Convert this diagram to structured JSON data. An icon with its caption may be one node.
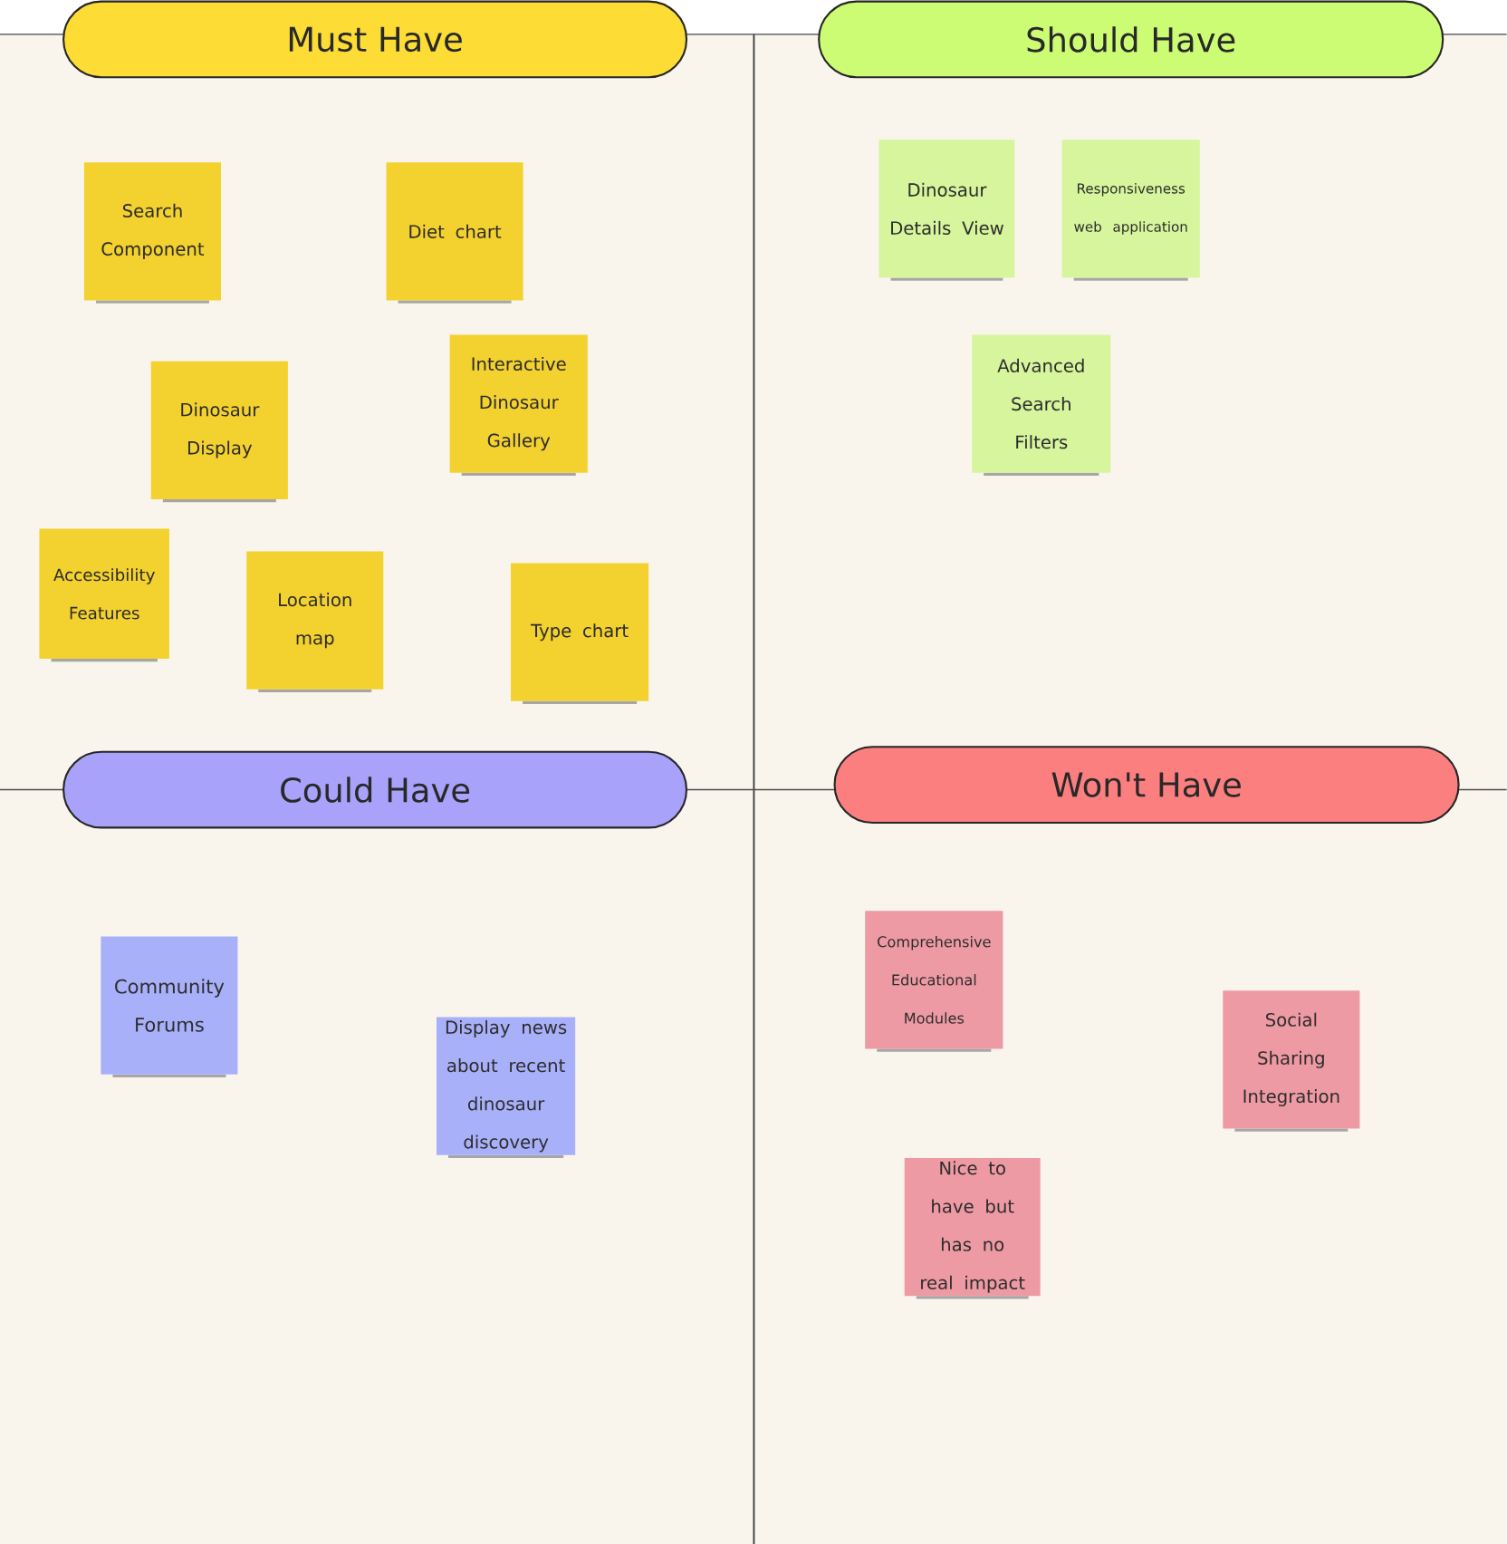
{
  "diagram": {
    "nodes": [
      {
        "text": [
          "Must Have"
        ]
      },
      {
        "text": [
          "Search Component"
        ]
      },
      {
        "text": [
          "Diet chart"
        ]
      },
      {
        "text": [
          "Dinosaur Display"
        ]
      },
      {
        "text": [
          "Interactive Dinosaur Gallery"
        ]
      },
      {
        "text": [
          "Accessibility Features"
        ]
      },
      {
        "text": [
          "Location map"
        ]
      },
      {
        "text": [
          "Type chart"
        ]
      },
      {
        "text": [
          "Should Have"
        ]
      },
      {
        "text": [
          "Dinosaur Details View"
        ]
      },
      {
        "text": [
          "Responsiveness web application"
        ]
      },
      {
        "text": [
          "Advanced Search Filters"
        ]
      },
      {
        "text": [
          "Could Have"
        ]
      },
      {
        "text": [
          "Community Forums"
        ]
      },
      {
        "text": [
          "Display news about recent dinosaur discovery"
        ]
      },
      {
        "text": [
          "Won't Have"
        ]
      },
      {
        "text": [
          "Comprehensive Educational Modules"
        ]
      },
      {
        "text": [
          "Social Sharing Integration"
        ]
      },
      {
        "text": [
          "Nice to have but has no real impact"
        ]
      }
    ]
  }
}
